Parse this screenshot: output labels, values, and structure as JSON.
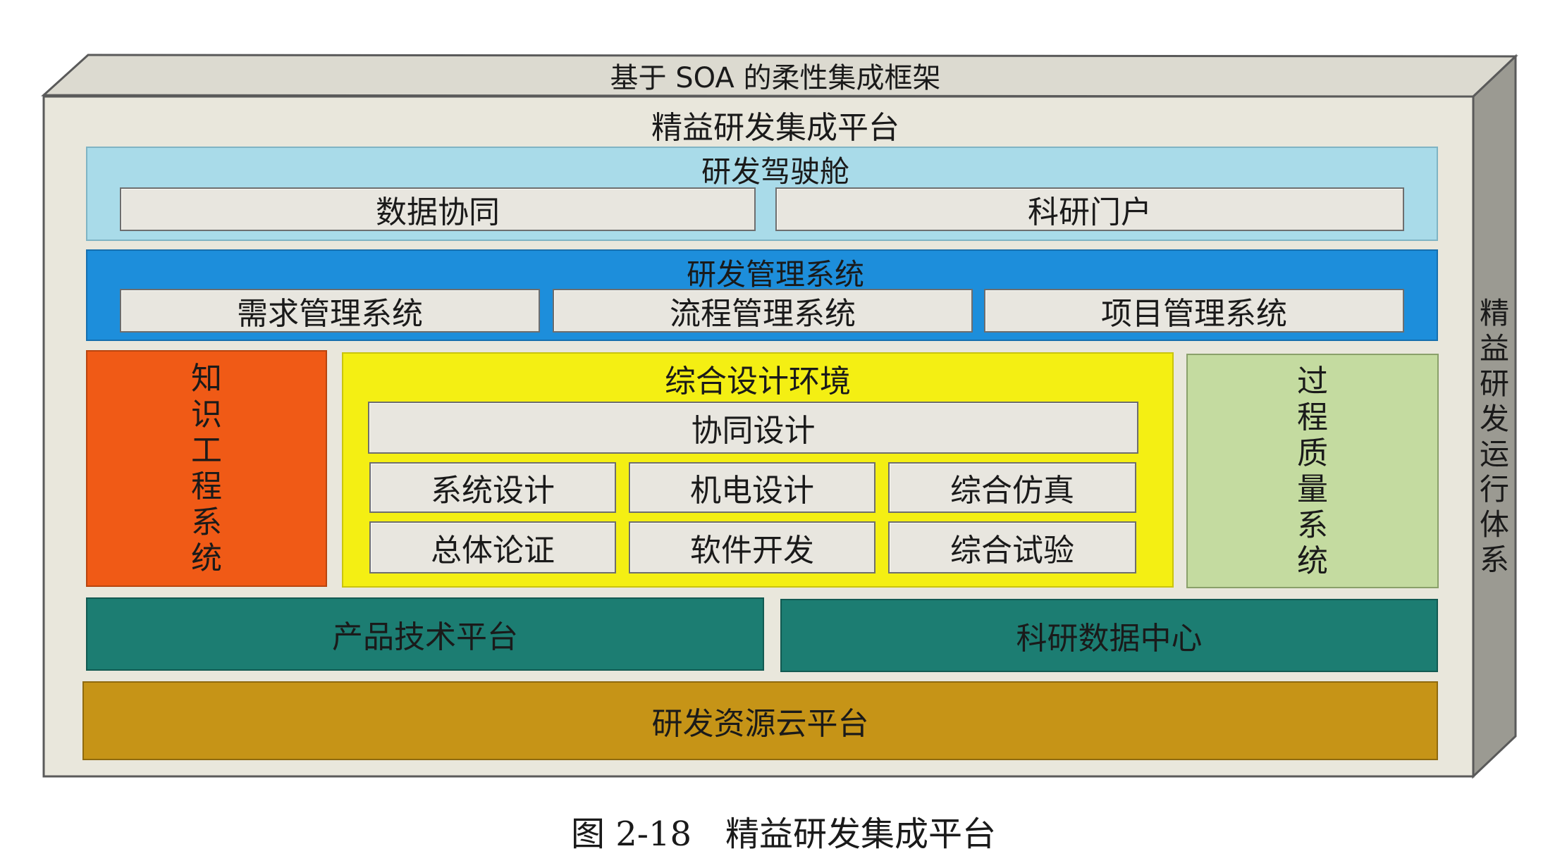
{
  "framework": {
    "title": "基于 SOA 的柔性集成框架"
  },
  "platform": {
    "title": "精益研发集成平台"
  },
  "cockpit": {
    "title": "研发驾驶舱",
    "items": [
      "数据协同",
      "科研门户"
    ]
  },
  "management": {
    "title": "研发管理系统",
    "items": [
      "需求管理系统",
      "流程管理系统",
      "项目管理系统"
    ]
  },
  "knowledge": {
    "label": "知识工程系统"
  },
  "design": {
    "title": "综合设计环境",
    "collab": "协同设计",
    "row1": [
      "系统设计",
      "机电设计",
      "综合仿真"
    ],
    "row2": [
      "总体论证",
      "软件开发",
      "综合试验"
    ]
  },
  "quality": {
    "label": "过程质量系统"
  },
  "tech_platform": {
    "label": "产品技术平台"
  },
  "data_center": {
    "label": "科研数据中心"
  },
  "cloud": {
    "label": "研发资源云平台"
  },
  "operation": {
    "label": "精益研发运行体系"
  },
  "caption": {
    "label": "图 2-18　精益研发集成平台"
  },
  "colors": {
    "frame": "#e9e7dc",
    "frame_top": "#dcdad0",
    "frame_side": "#9b9a92",
    "cockpit": "#a9dbe9",
    "management": "#1d8edb",
    "knowledge": "#f05a16",
    "design": "#f4ef13",
    "quality": "#c4dba0",
    "teal": "#1c7d72",
    "cloud": "#c69417"
  }
}
